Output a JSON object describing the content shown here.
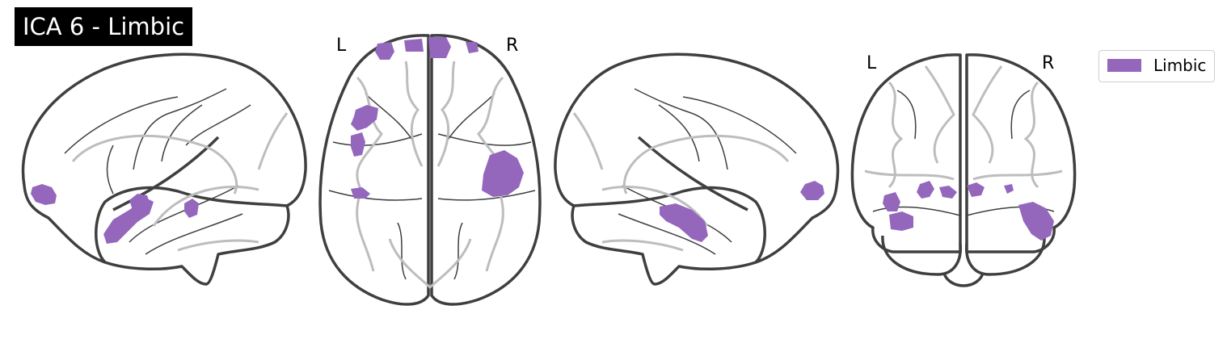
{
  "title": "ICA 6 - Limbic",
  "views": {
    "axial": {
      "left_label": "L",
      "right_label": "R"
    },
    "coronal": {
      "left_label": "L",
      "right_label": "R"
    }
  },
  "legend": {
    "label": "Limbic",
    "color": "#9467bd"
  },
  "colors": {
    "outline": "#3f3f3f",
    "sulci": "#bdbdbd",
    "region": "#9467bd"
  }
}
